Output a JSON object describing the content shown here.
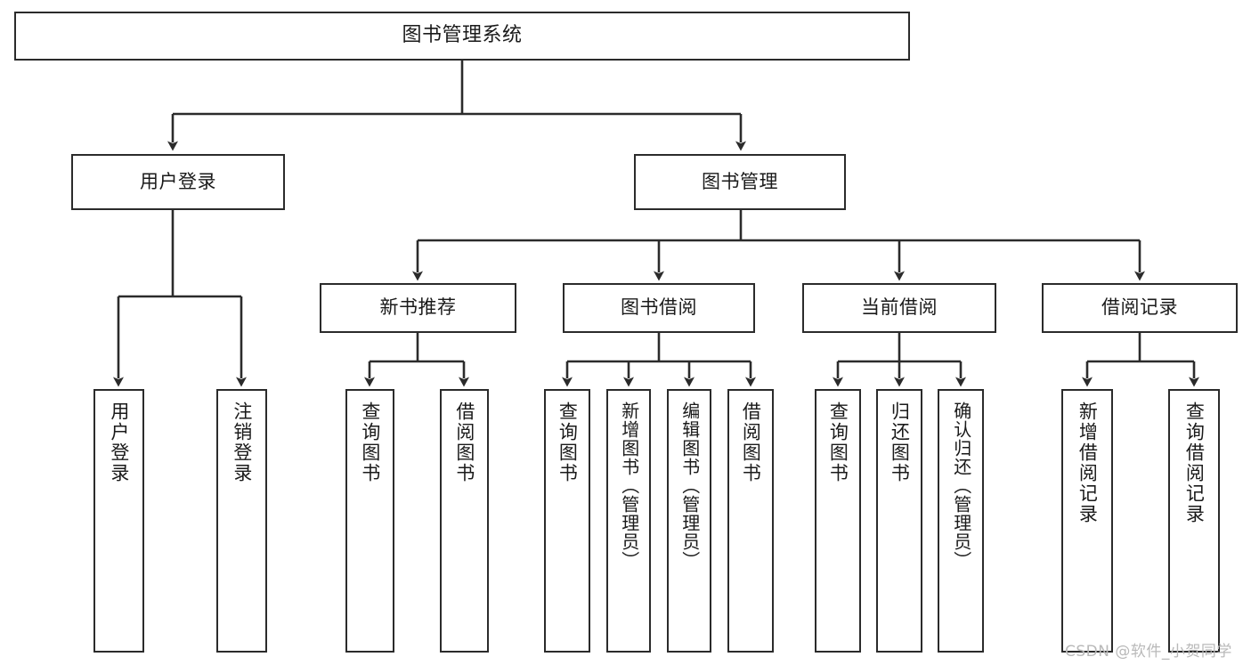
{
  "diagram": {
    "type": "hierarchy-tree",
    "title": "图书管理系统",
    "background": "#ffffff",
    "line_color": "#2b2b2b",
    "box_fill": "#ffffff",
    "text_color": "#1a1a1a"
  },
  "root": {
    "label": "图书管理系统"
  },
  "level1": [
    {
      "label": "用户登录"
    },
    {
      "label": "图书管理"
    }
  ],
  "level2": [
    {
      "label": "新书推荐"
    },
    {
      "label": "图书借阅"
    },
    {
      "label": "当前借阅"
    },
    {
      "label": "借阅记录"
    }
  ],
  "leaves": {
    "user_login": [
      {
        "label": "用户登录"
      },
      {
        "label": "注销登录"
      }
    ],
    "new_book": [
      {
        "label": "查询图书"
      },
      {
        "label": "借阅图书"
      }
    ],
    "borrow": [
      {
        "label": "查询图书"
      },
      {
        "label": "新增图书（管理员）"
      },
      {
        "label": "编辑图书（管理员）"
      },
      {
        "label": "借阅图书"
      }
    ],
    "current": [
      {
        "label": "查询图书"
      },
      {
        "label": "归还图书"
      },
      {
        "label": "确认归还（管理员）"
      }
    ],
    "records": [
      {
        "label": "新增借阅记录"
      },
      {
        "label": "查询借阅记录"
      }
    ]
  },
  "watermark": {
    "text": "CSDN @软件_小贺同学"
  }
}
